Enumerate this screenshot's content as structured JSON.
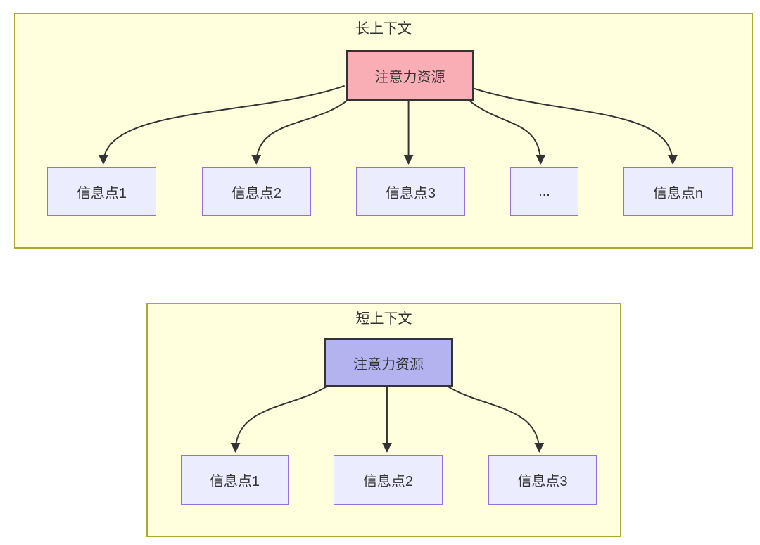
{
  "page": {
    "background": "#ffffff"
  },
  "colors": {
    "page_bg": "#ffffff",
    "cluster_fill": "#ffffde",
    "cluster_border": "#aaaa33",
    "node_fill": "#ececff",
    "node_border": "#9370db",
    "hub_border": "#333333",
    "long_hub_fill": "#f9aeb6",
    "short_hub_fill": "#b3b3f0",
    "edge": "#333333",
    "text": "#333333"
  },
  "long_context": {
    "title": "长上下文",
    "hub": {
      "label": "注意力资源"
    },
    "nodes": [
      {
        "label": "信息点1"
      },
      {
        "label": "信息点2"
      },
      {
        "label": "信息点3"
      },
      {
        "label": "..."
      },
      {
        "label": "信息点n"
      }
    ]
  },
  "short_context": {
    "title": "短上下文",
    "hub": {
      "label": "注意力资源"
    },
    "nodes": [
      {
        "label": "信息点1"
      },
      {
        "label": "信息点2"
      },
      {
        "label": "信息点3"
      }
    ]
  }
}
